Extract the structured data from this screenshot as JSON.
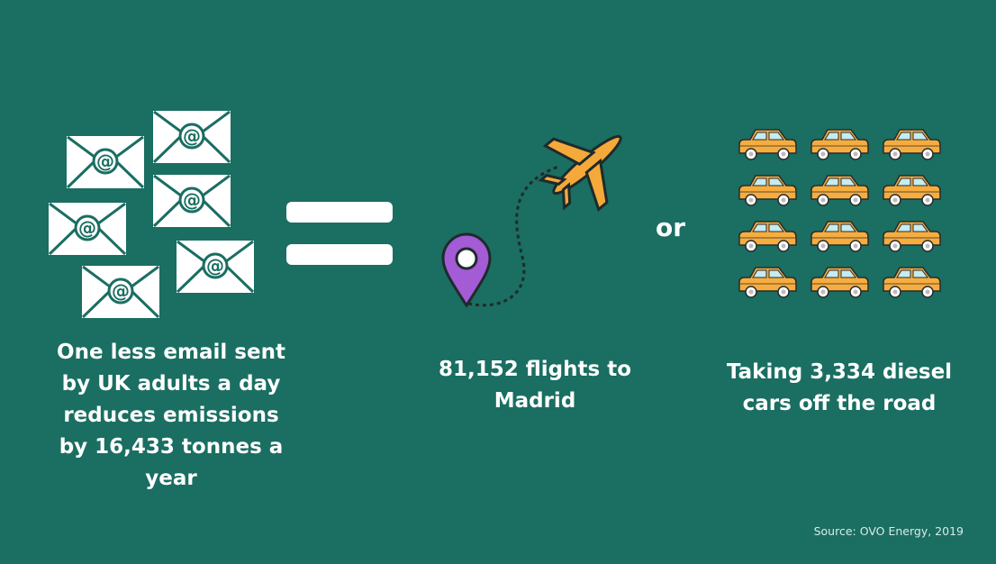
{
  "emails_caption": [
    "One less email sent",
    "by UK adults a day",
    "reduces emissions",
    "by 16,433 tonnes a",
    "year"
  ],
  "flights_caption": [
    "81,152 flights to",
    "Madrid"
  ],
  "or_label": "or",
  "cars_caption": [
    "Taking 3,334 diesel",
    "cars off the road"
  ],
  "source": "Source: OVO Energy, 2019",
  "colors": {
    "background": "#1a6e62",
    "envelope_fill": "#ffffff",
    "envelope_line": "#1a6e62",
    "pin": "#a35bd6",
    "plane": "#f5a93a",
    "car_body": "#f6ad3f",
    "car_window": "#c5ecf0",
    "outline": "#2b2b2b"
  },
  "icons": {
    "envelope": "email-envelope-icon",
    "equals": "equals-sign-icon",
    "pin": "location-pin-icon",
    "plane": "airplane-icon",
    "car": "car-icon"
  }
}
